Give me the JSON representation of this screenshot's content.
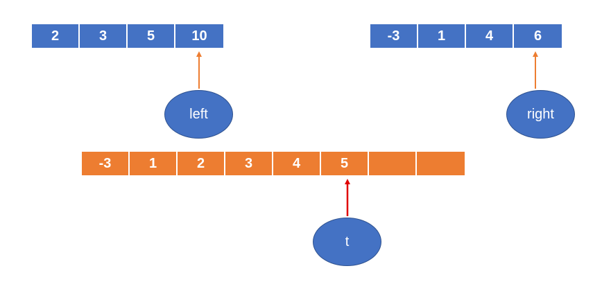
{
  "left_array": {
    "cells": [
      "2",
      "3",
      "5",
      "10"
    ],
    "color": "#4472C4"
  },
  "right_array": {
    "cells": [
      "-3",
      "1",
      "4",
      "6"
    ],
    "color": "#4472C4"
  },
  "merged_array": {
    "cells": [
      "-3",
      "1",
      "2",
      "3",
      "4",
      "5",
      "",
      ""
    ],
    "color": "#ED7D31"
  },
  "pointers": {
    "left": {
      "label": "left",
      "target_index": 3,
      "arrow_color": "#ED7D31"
    },
    "right": {
      "label": "right",
      "target_index": 3,
      "arrow_color": "#ED7D31"
    },
    "t": {
      "label": "t",
      "target_index": 5,
      "arrow_color": "#E00000"
    }
  }
}
